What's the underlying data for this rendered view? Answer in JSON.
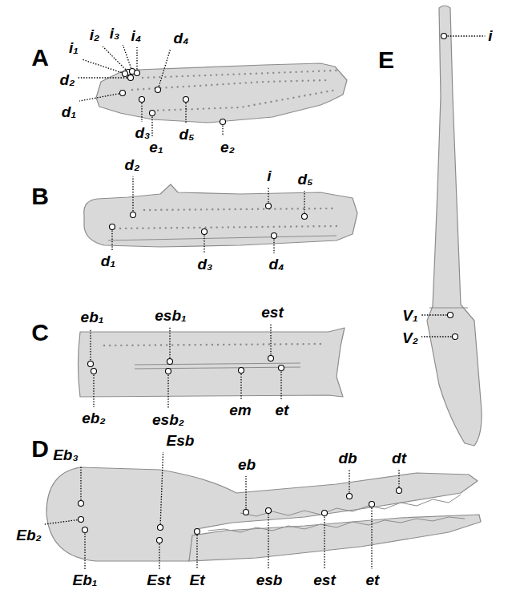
{
  "diagram": {
    "labels": [
      "A",
      "i₂",
      "i₃",
      "i₄",
      "i₁",
      "d₂",
      "d₄",
      "d₁",
      "d₃",
      "e₁",
      "d₅",
      "e₂",
      "B",
      "d₂",
      "i",
      "d₅",
      "d₁",
      "d₃",
      "d₄",
      "C",
      "eb₁",
      "esb₁",
      "est",
      "eb₂",
      "esb₂",
      "em",
      "et",
      "D",
      "Eb₃",
      "Esb",
      "eb",
      "db",
      "dt",
      "Eb₂",
      "Eb₁",
      "Est",
      "Et",
      "esb",
      "est",
      "et",
      "E",
      "i",
      "V₁",
      "V₂"
    ]
  }
}
